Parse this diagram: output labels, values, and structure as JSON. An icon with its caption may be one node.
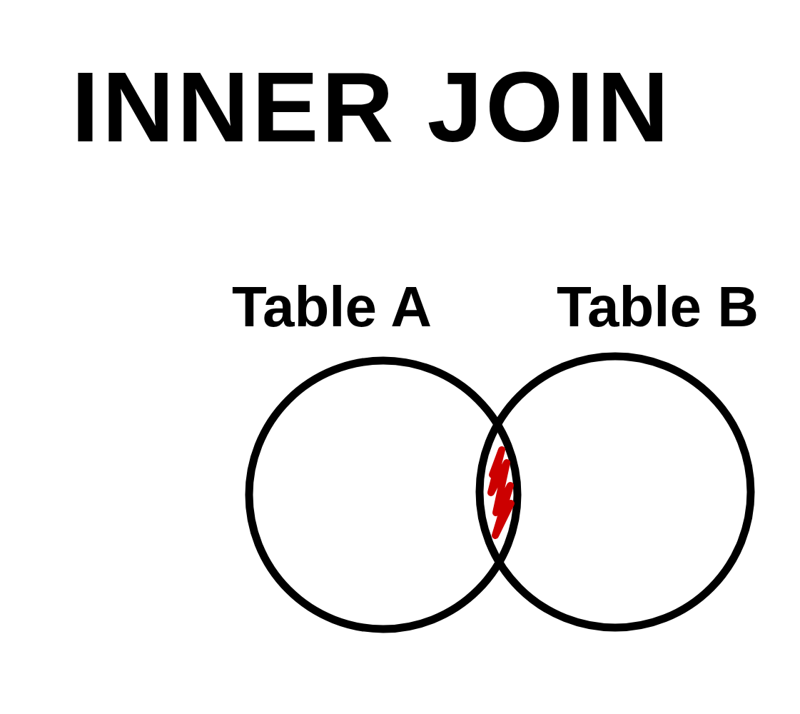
{
  "diagram": {
    "title": "INNER JOIN",
    "nodes": [
      {
        "text": [
          "Table A"
        ]
      },
      {
        "text": [
          "Table B"
        ]
      }
    ]
  }
}
